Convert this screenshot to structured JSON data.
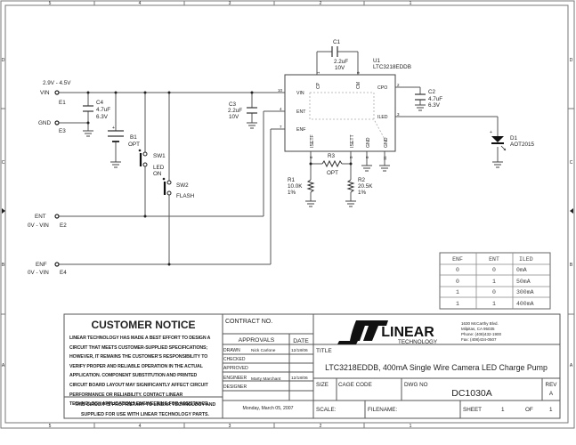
{
  "border": {
    "columns": [
      "5",
      "4",
      "3",
      "2",
      "1"
    ],
    "rows": [
      "D",
      "C",
      "B",
      "A"
    ]
  },
  "schematic": {
    "inputs": {
      "vin": {
        "label": "VIN",
        "terminal": "E1",
        "range": "2.9V - 4.5V"
      },
      "gnd": {
        "label": "GND",
        "terminal": "E3"
      },
      "ent": {
        "label": "ENT",
        "terminal": "E2",
        "range": "0V - VIN"
      },
      "enf": {
        "label": "ENF",
        "terminal": "E4",
        "range": "0V - VIN"
      }
    },
    "components": {
      "c1": {
        "ref": "C1",
        "value": "2.2uF",
        "rating": "10V"
      },
      "c2": {
        "ref": "C2",
        "value": "4.7uF",
        "rating": "6.3V"
      },
      "c3": {
        "ref": "C3",
        "value": "2.2uF",
        "rating": "10V"
      },
      "c4": {
        "ref": "C4",
        "value": "4.7uF",
        "rating": "6.3V"
      },
      "b1": {
        "ref": "B1",
        "value": "OPT"
      },
      "sw1": {
        "ref": "SW1",
        "label": "LED",
        "label2": "ON"
      },
      "sw2": {
        "ref": "SW2",
        "label": "FLASH"
      },
      "r1": {
        "ref": "R1",
        "value": "10.0K",
        "tol": "1%"
      },
      "r2": {
        "ref": "R2",
        "value": "20.5K",
        "tol": "1%"
      },
      "r3": {
        "ref": "R3",
        "value": "OPT"
      },
      "d1": {
        "ref": "D1",
        "value": "AOT2015"
      },
      "u1": {
        "ref": "U1",
        "part": "LTC3218EDDB",
        "pins": {
          "cp": {
            "name": "CP",
            "num": "1"
          },
          "cm": {
            "name": "CM",
            "num": "9"
          },
          "vin": {
            "name": "VIN",
            "num": "10"
          },
          "ent": {
            "name": "ENT",
            "num": "4"
          },
          "enf": {
            "name": "ENF",
            "num": "7"
          },
          "cpo": {
            "name": "CPO",
            "num": "2"
          },
          "iled": {
            "name": "ILED",
            "num": "3"
          },
          "isetf": {
            "name": "ISETF",
            "num": "6"
          },
          "isett": {
            "name": "ISETT",
            "num": "5"
          },
          "gnd1": {
            "name": "GND",
            "num": "8"
          },
          "gnd2": {
            "name": "GND",
            "num": "11"
          }
        }
      }
    }
  },
  "truth_table": {
    "headers": [
      "ENF",
      "ENT",
      "ILED"
    ],
    "rows": [
      [
        "0",
        "0",
        "0mA"
      ],
      [
        "0",
        "1",
        "50mA"
      ],
      [
        "1",
        "0",
        "300mA"
      ],
      [
        "1",
        "1",
        "400mA"
      ]
    ]
  },
  "title_block": {
    "notice_title": "CUSTOMER NOTICE",
    "notice_lines": [
      "LINEAR TECHNOLOGY HAS MADE A BEST EFFORT TO DESIGN A",
      "CIRCUIT THAT MEETS CUSTOMER-SUPPLIED SPECIFICATIONS;",
      "HOWEVER, IT REMAINS THE CUSTOMER'S RESPONSIBILITY TO",
      "VERIFY PROPER AND RELIABLE OPERATION IN THE ACTUAL",
      "APPLICATION.  COMPONENT SUBSTITUTION AND PRINTED",
      "CIRCUIT BOARD LAYOUT MAY SIGNIFICANTLY AFFECT CIRCUIT",
      "PERFORMANCE OR RELIABILITY.  CONTACT LINEAR",
      "TECHNOLOGY APPLICATIONS ENGINEERING FOR ASSISTANCE."
    ],
    "proprietary_lines": [
      "THIS CIRCUIT IS PROPRIETARY TO LINEAR TECHNOLOGY AND",
      "SUPPLIED FOR USE WITH LINEAR TECHNOLOGY PARTS."
    ],
    "contract_no_label": "CONTRACT NO.",
    "approvals_label": "APPROVALS",
    "date_label": "DATE",
    "approvals": [
      {
        "role": "DRAWN",
        "name": "Nick Carlone",
        "date": "12/18/06"
      },
      {
        "role": "CHECKED",
        "name": "",
        "date": ""
      },
      {
        "role": "APPROVED",
        "name": "",
        "date": ""
      },
      {
        "role": "ENGINEER",
        "name": "Marty Marchant",
        "date": "12/18/06"
      },
      {
        "role": "DESIGNER",
        "name": "",
        "date": ""
      }
    ],
    "print_date": "Monday, March 05, 2007",
    "company": {
      "name": "LINEAR",
      "sub": "TECHNOLOGY",
      "address1": "1630 McCarthy Blvd.",
      "address2": "Milpitas, CA 95035",
      "phone": "Phone: (408)432-1900",
      "fax": "Fax: (408)434-0507"
    },
    "title_label": "TITLE",
    "title": "LTC3218EDDB, 400mA Single Wire Camera LED Charge Pump",
    "size_label": "SIZE",
    "cage_code_label": "CAGE CODE",
    "dwg_no_label": "DWG NO",
    "dwg_no": "DC1030A",
    "rev_label": "REV",
    "rev": "A",
    "scale_label": "SCALE:",
    "filename_label": "FILENAME:",
    "sheet_label": "SHEET",
    "sheet": "1",
    "of_label": "OF",
    "sheet_total": "1"
  }
}
